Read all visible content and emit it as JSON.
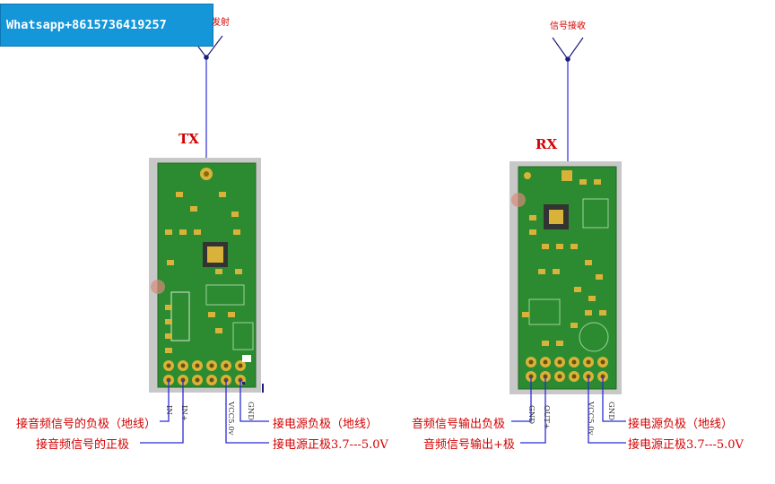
{
  "contact_banner": "Whatsapp+8615736419257",
  "tx": {
    "antenna_label": "发射",
    "title": "TX",
    "pins": [
      "IN-",
      "IN+",
      "VCC5.0v",
      "GND"
    ],
    "callouts": {
      "audio_negative": "接音频信号的负极（地线）",
      "audio_positive": "接音频信号的正极",
      "power_negative": "接电源负极（地线）",
      "power_positive": "接电源正极3.7---5.0V"
    }
  },
  "rx": {
    "antenna_label": "信号接收",
    "title": "RX",
    "pins": [
      "GND",
      "OUT+",
      "VCC5.0v",
      "GND"
    ],
    "callouts": {
      "audio_out_negative": "音频信号输出负极",
      "audio_out_positive": "音频信号输出+极",
      "power_negative": "接电源负极（地线）",
      "power_positive": "接电源正极3.7---5.0V"
    }
  },
  "colors": {
    "annotation": "#d40000",
    "pcb_green": "#2c8a30",
    "pad_gold": "#d9b23a",
    "banner": "#1596d9",
    "wire": "#2b2bd6"
  }
}
